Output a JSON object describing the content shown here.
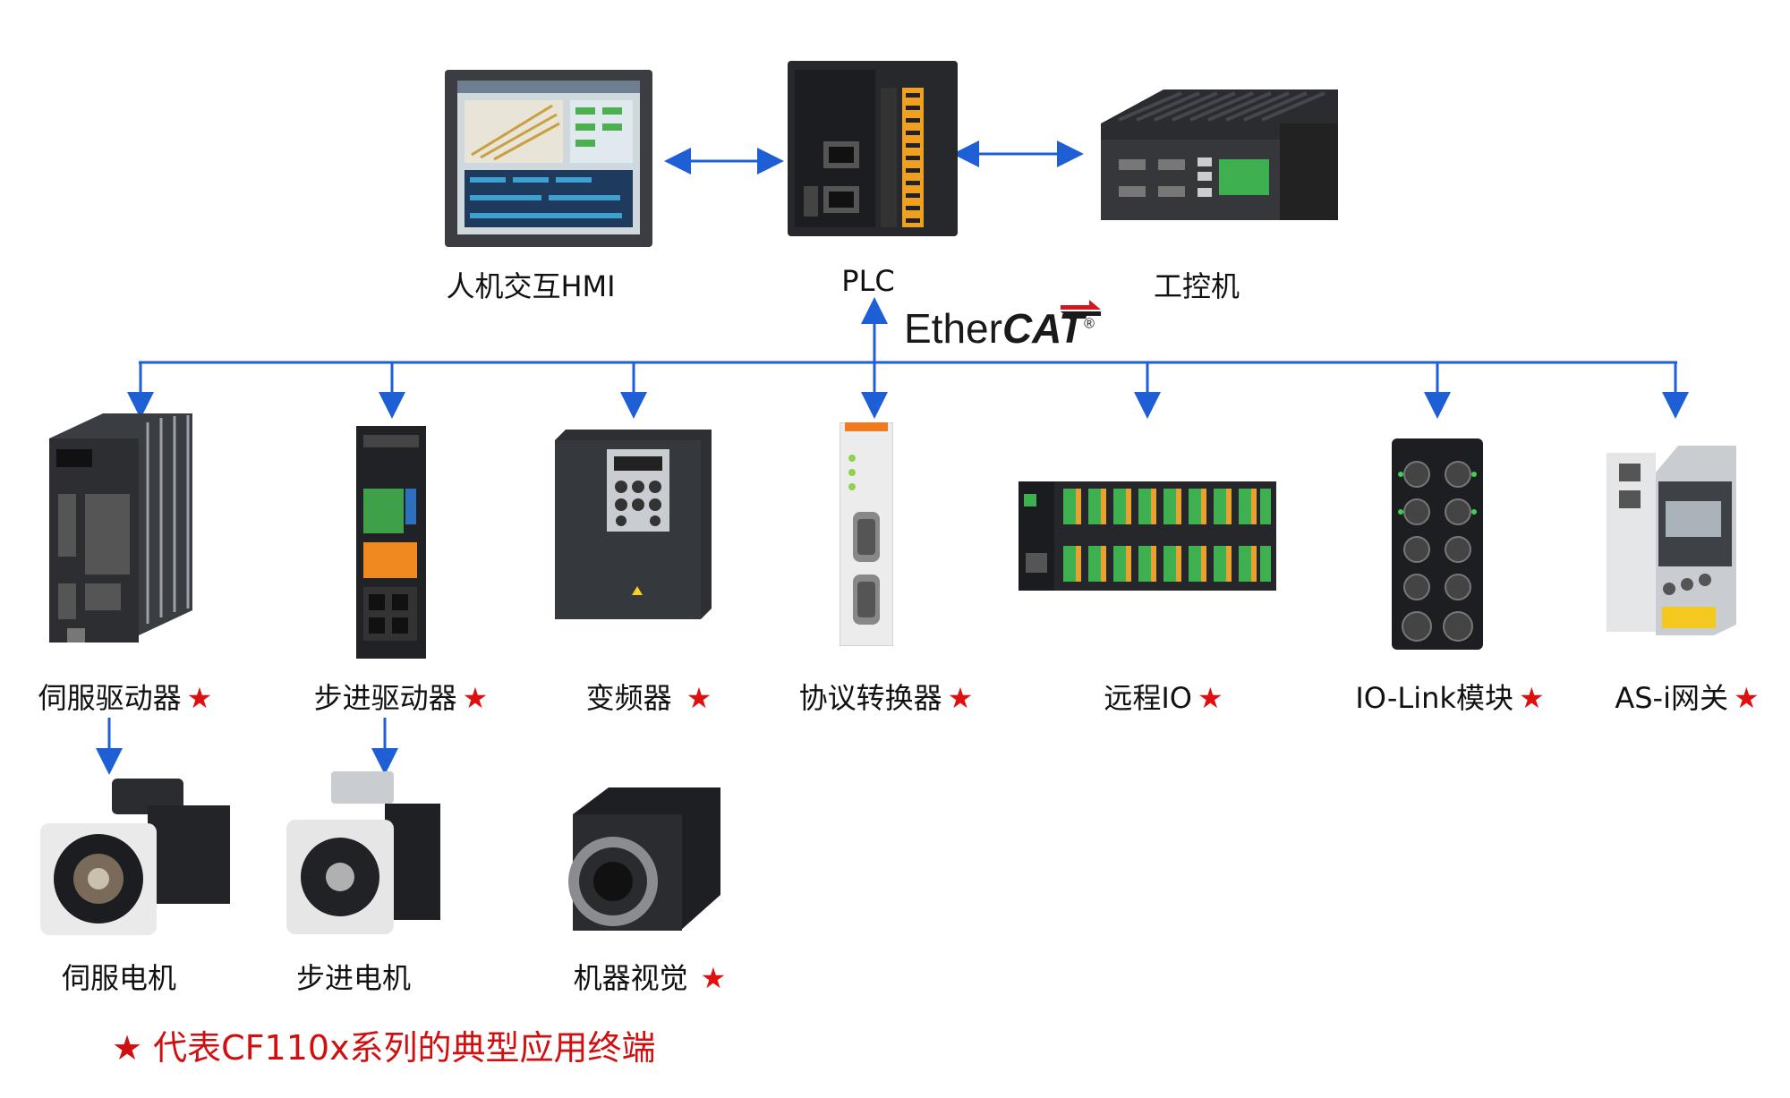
{
  "top": {
    "hmi": {
      "label": "人机交互HMI"
    },
    "plc": {
      "label": "PLC"
    },
    "ipc": {
      "label": "工控机"
    }
  },
  "bus": {
    "name_prefix": "Ether",
    "name_bold": "CAT",
    "reg": "®"
  },
  "devices": [
    {
      "label": "伺服驱动器",
      "star": "★"
    },
    {
      "label": "步进驱动器",
      "star": "★"
    },
    {
      "label": "变频器",
      "star": "★"
    },
    {
      "label": "协议转换器",
      "star": "★"
    },
    {
      "label": "远程IO",
      "star": "★"
    },
    {
      "label": "IO-Link模块",
      "star": "★"
    },
    {
      "label": "AS-i网关",
      "star": "★"
    }
  ],
  "endpoints": [
    {
      "label": "伺服电机",
      "star": ""
    },
    {
      "label": "步进电机",
      "star": ""
    },
    {
      "label": "机器视觉",
      "star": "★"
    }
  ],
  "legend": {
    "text": "★ 代表CF110x系列的典型应用终端"
  },
  "colors": {
    "arrow": "#1f5fd6",
    "star": "#e01010"
  },
  "icons": [
    "hmi-panel-icon",
    "plc-icon",
    "industrial-pc-icon",
    "servo-drive-icon",
    "stepper-drive-icon",
    "inverter-icon",
    "protocol-converter-icon",
    "remote-io-icon",
    "io-link-module-icon",
    "asi-gateway-icon",
    "servo-motor-icon",
    "stepper-motor-icon",
    "machine-vision-camera-icon"
  ]
}
